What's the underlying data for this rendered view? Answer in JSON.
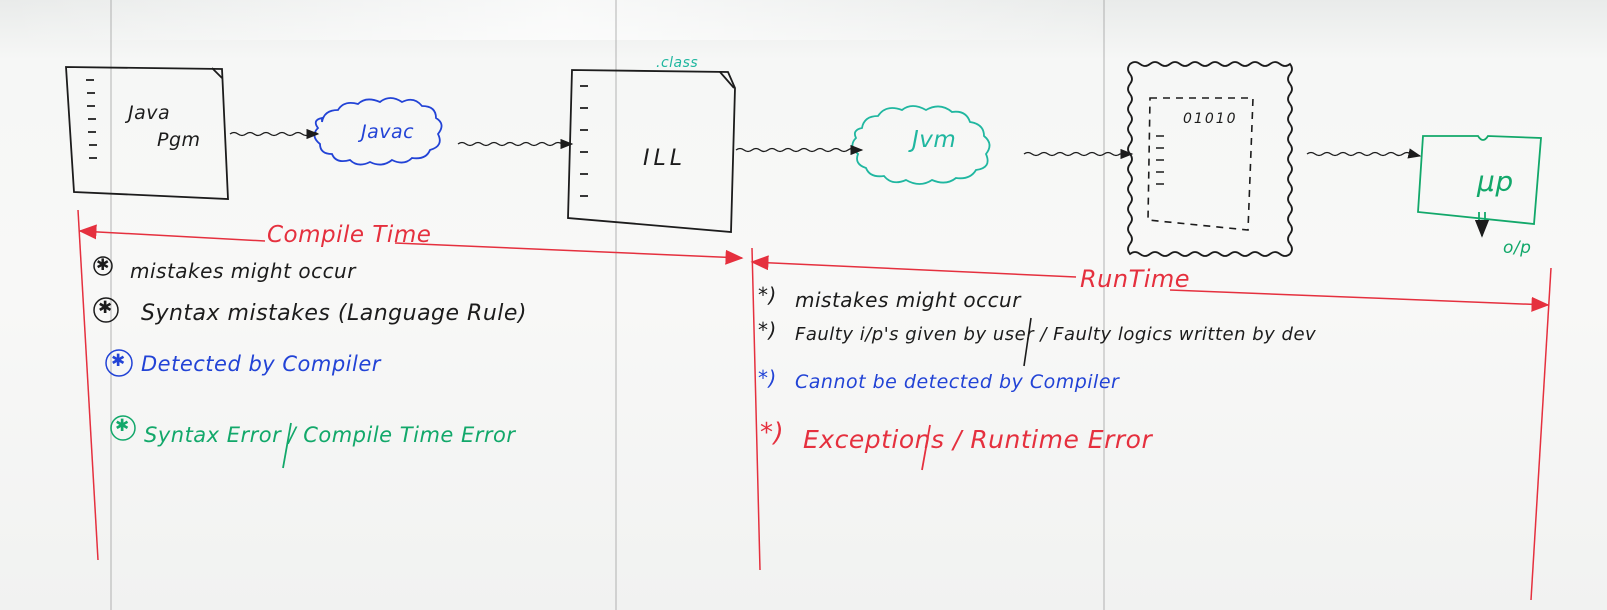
{
  "colors": {
    "black": "#1c1c1c",
    "blue": "#2243d6",
    "green": "#12a86a",
    "red": "#e5303e",
    "teal": "#20b7a0"
  },
  "flow": {
    "source_doc": {
      "line1": "Java",
      "line2": "Pgm"
    },
    "compiler": {
      "label": "Javac"
    },
    "bytecode": {
      "label": "ILL",
      "note": ".class"
    },
    "jvm": {
      "label": "Jvm"
    },
    "machine_code": {
      "label": "01010"
    },
    "processor": {
      "label": "μp",
      "output": "o/p"
    }
  },
  "compile_time": {
    "title": "Compile Time",
    "points": [
      {
        "marker": "✱",
        "text": "mistakes might occur",
        "color": "black"
      },
      {
        "marker": "✱",
        "text": "Syntax mistakes (Language Rule)",
        "color": "black"
      },
      {
        "marker": "✱",
        "text": "Detected by Compiler",
        "color": "blue"
      },
      {
        "marker": "✱",
        "text": "Syntax Error / Compile Time Error",
        "color": "green"
      }
    ]
  },
  "run_time": {
    "title": "RunTime",
    "points": [
      {
        "marker": "*)",
        "text": "mistakes might occur",
        "color": "black"
      },
      {
        "marker": "*)",
        "text": "Faulty i/p's given by user / Faulty logics written by dev",
        "color": "black"
      },
      {
        "marker": "*)",
        "text": "Cannot be detected by Compiler",
        "color": "blue"
      },
      {
        "marker": "*)",
        "text": "Exceptions / Runtime Error",
        "color": "red"
      }
    ]
  }
}
